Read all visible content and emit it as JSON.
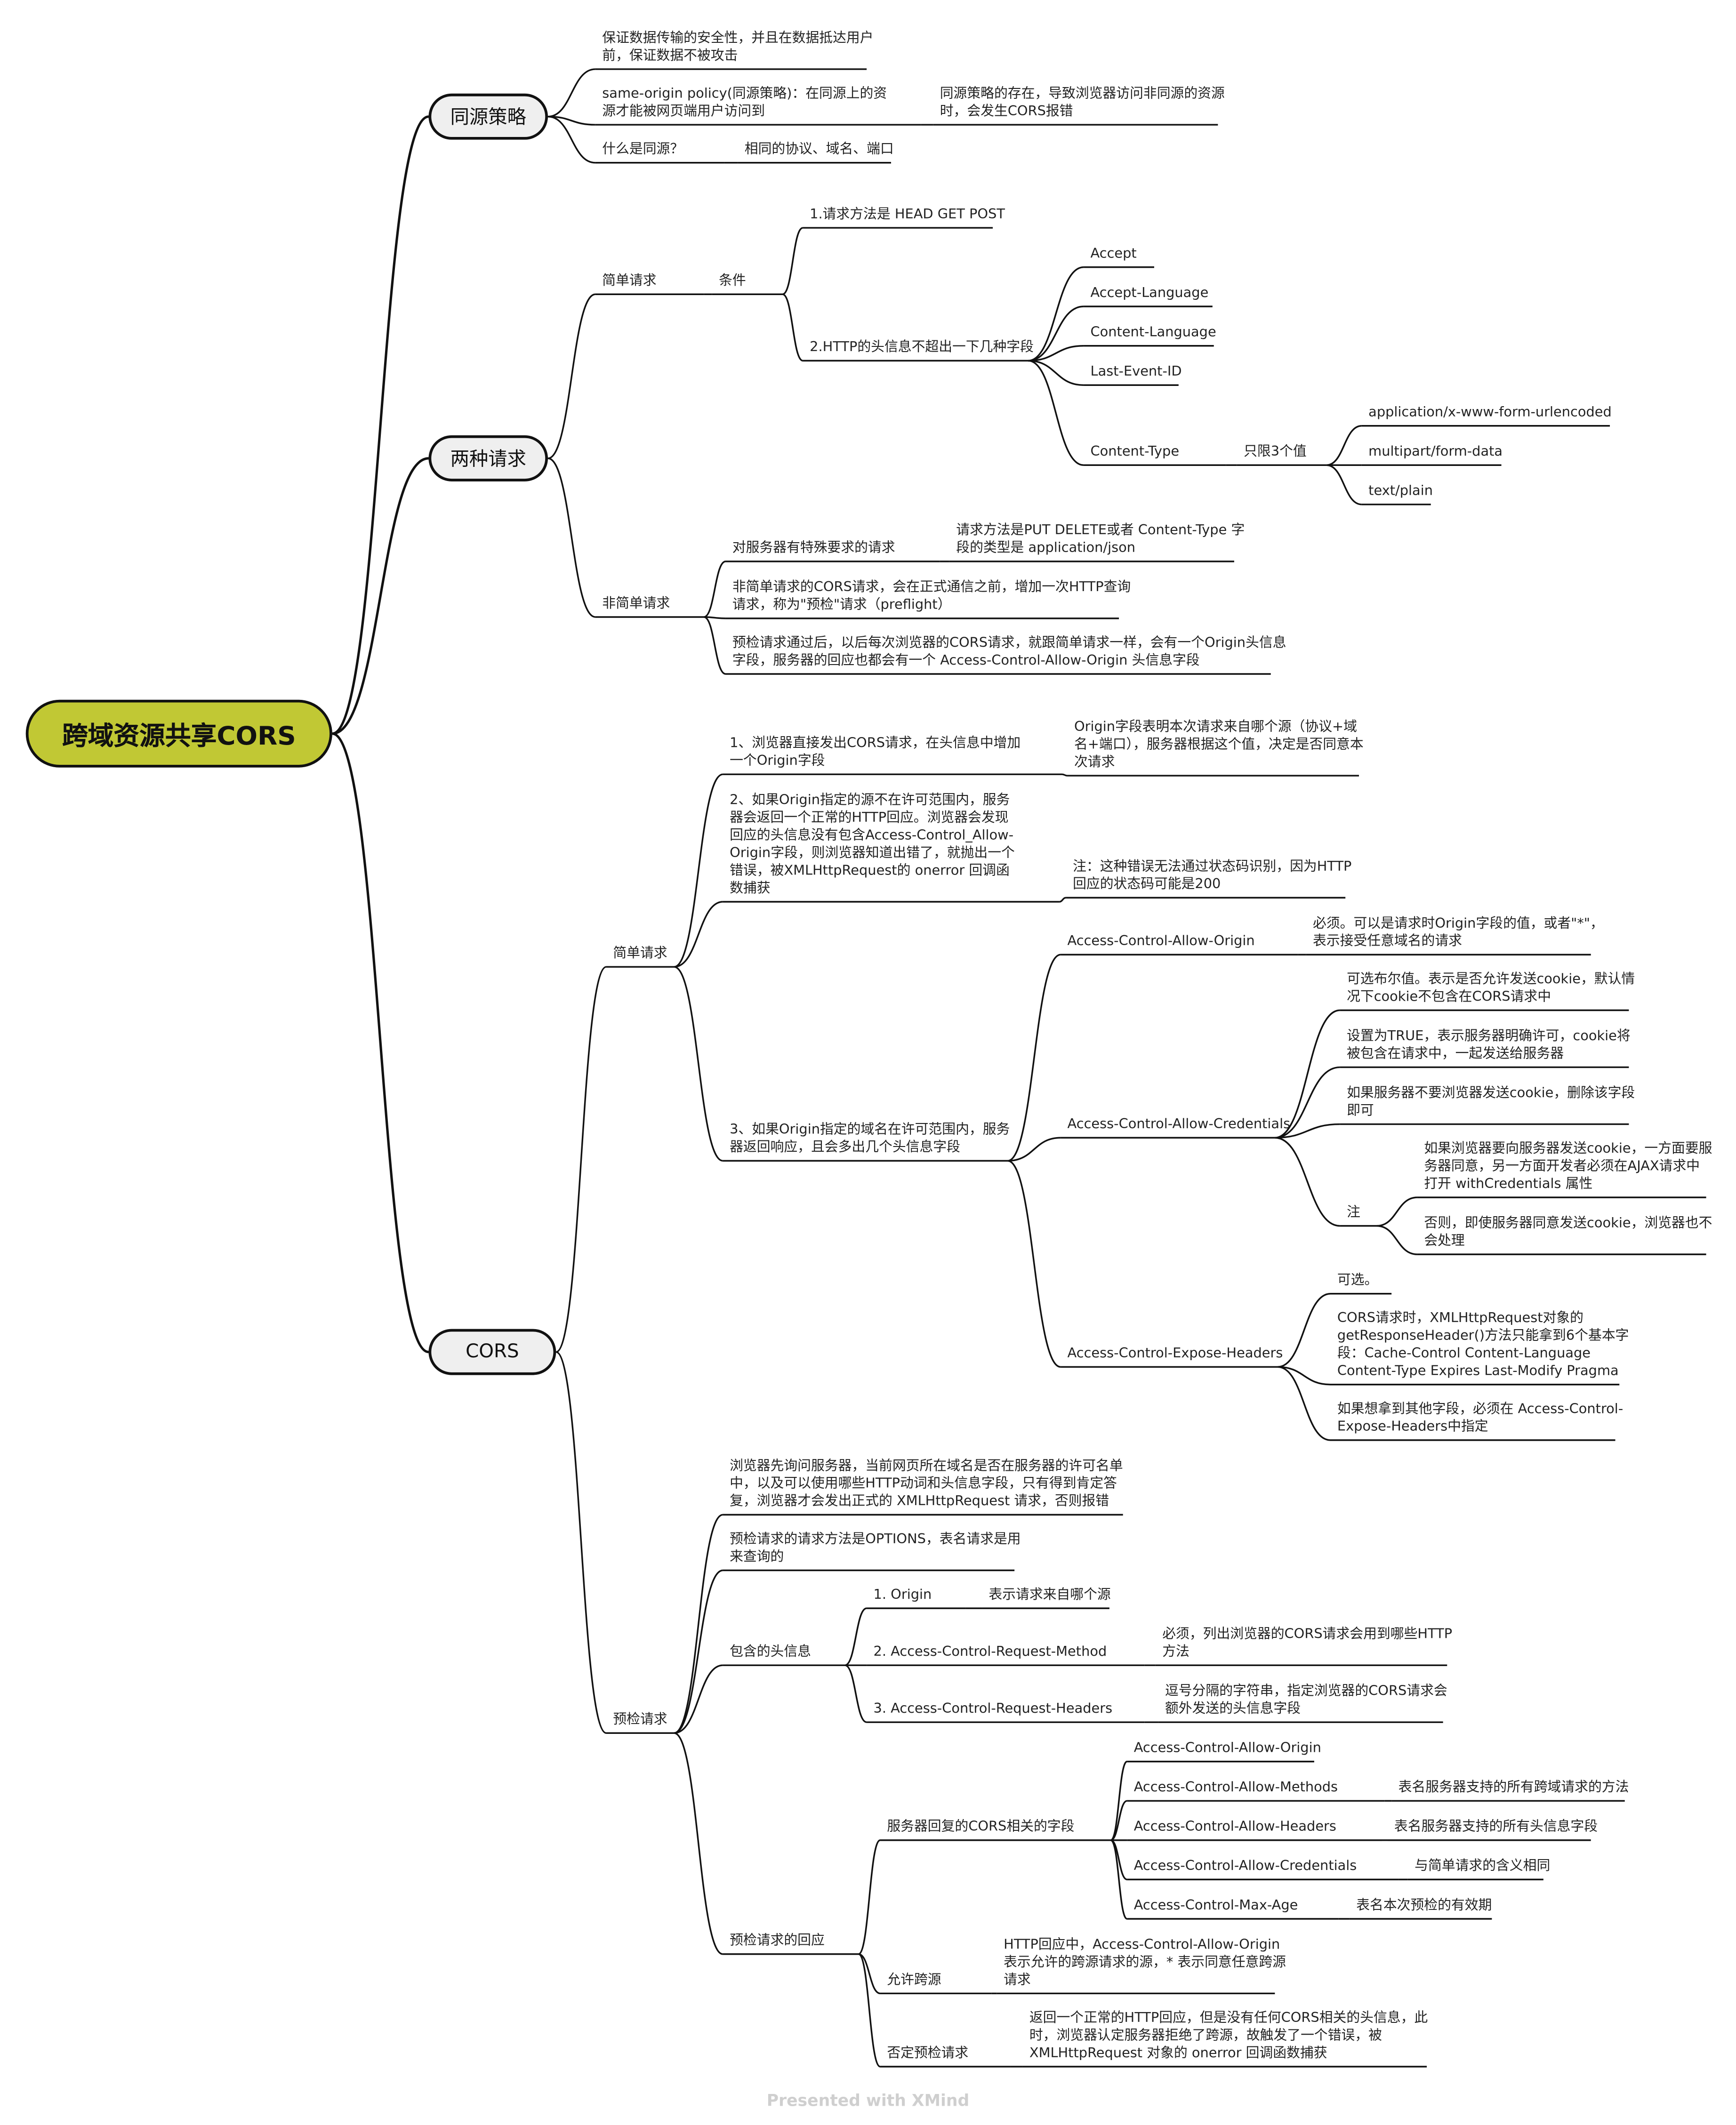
{
  "root": "跨域资源共享CORS",
  "main": {
    "sop": "同源策略",
    "two": "两种请求",
    "cors": "CORS"
  },
  "sop": {
    "a": "保证数据传输的安全性，并且在数据抵达用户\n前，保证数据不被攻击",
    "b": "same-origin policy(同源策略)：在同源上的资\n源才能被网页端用户访问到",
    "b1": "同源策略的存在，导致浏览器访问非同源的资源\n时，会发生CORS报错",
    "c": "什么是同源？",
    "c1": "相同的协议、域名、端口"
  },
  "two": {
    "simple": "简单请求",
    "cond": "条件",
    "c1": "1.请求方法是 HEAD GET POST",
    "c2": "2.HTTP的头信息不超出一下几种字段",
    "f1": "Accept",
    "f2": "Accept-Language",
    "f3": "Content-Language",
    "f4": "Last-Event-ID",
    "f5": "Content-Type",
    "only3": "只限3个值",
    "v1": "application/x-www-form-urlencoded",
    "v2": "multipart/form-data",
    "v3": "text/plain",
    "nonsimple": "非简单请求",
    "n1": "对服务器有特殊要求的请求",
    "n1a": "请求方法是PUT DELETE或者 Content-Type 字\n段的类型是 application/json",
    "n2": "非简单请求的CORS请求，会在正式通信之前，增加一次HTTP查询\n请求，称为\"预检\"请求（preflight）",
    "n3": "预检请求通过后，以后每次浏览器的CORS请求，就跟简单请求一样，会有一个Origin头信息\n字段，服务器的回应也都会有一个 Access-Control-Allow-Origin 头信息字段"
  },
  "cors": {
    "simple": "简单请求",
    "s1": "1、浏览器直接发出CORS请求，在头信息中增加\n一个Origin字段",
    "s1a": "Origin字段表明本次请求来自哪个源（协议+域\n名+端口），服务器根据这个值，决定是否同意本\n次请求",
    "s2": "2、如果Origin指定的源不在许可范围内，服务\n器会返回一个正常的HTTP回应。浏览器会发现\n回应的头信息没有包含Access-Control_Allow-\nOrigin字段，则浏览器知道出错了，就抛出一个\n错误，被XMLHttpRequest的 onerror 回调函\n数捕获",
    "s2a": "注：这种错误无法通过状态码识别，因为HTTP\n回应的状态码可能是200",
    "s3": "3、如果Origin指定的域名在许可范围内，服务\n器返回响应，且会多出几个头信息字段",
    "acao": "Access-Control-Allow-Origin",
    "acao1": "必须。可以是请求时Origin字段的值，或者\"*\"，\n表示接受任意域名的请求",
    "acac": "Access-Control-Allow-Credentials",
    "acac1": "可选布尔值。表示是否允许发送cookie，默认情\n况下cookie不包含在CORS请求中",
    "acac2": "设置为TRUE，表示服务器明确许可，cookie将\n被包含在请求中，一起发送给服务器",
    "acac3": "如果服务器不要浏览器发送cookie，删除该字段\n即可",
    "note": "注",
    "note1": "如果浏览器要向服务器发送cookie，一方面要服\n务器同意，另一方面开发者必须在AJAX请求中\n打开 withCredentials 属性",
    "note2": "否则，即使服务器同意发送cookie，浏览器也不\n会处理",
    "aceh": "Access-Control-Expose-Headers",
    "aceh1": "可选。",
    "aceh2": "CORS请求时，XMLHttpRequest对象的\ngetResponseHeader()方法只能拿到6个基本字\n段：Cache-Control Content-Language\nContent-Type Expires Last-Modify Pragma",
    "aceh3": "如果想拿到其他字段，必须在 Access-Control-\nExpose-Headers中指定",
    "pre": "预检请求",
    "p1": "浏览器先询问服务器，当前网页所在域名是否在服务器的许可名单\n中，以及可以使用哪些HTTP动词和头信息字段，只有得到肯定答\n复，浏览器才会发出正式的 XMLHttpRequest 请求，否则报错",
    "p2": "预检请求的请求方法是OPTIONS，表名请求是用\n来查询的",
    "hdr": "包含的头信息",
    "h1": "1. Origin",
    "h1a": "表示请求来自哪个源",
    "h2": "2. Access-Control-Request-Method",
    "h2a": "必须，列出浏览器的CORS请求会用到哪些HTTP\n方法",
    "h3": "3. Access-Control-Request-Headers",
    "h3a": "逗号分隔的字符串，指定浏览器的CORS请求会\n额外发送的头信息字段",
    "resp": "预检请求的回应",
    "srv": "服务器回复的CORS相关的字段",
    "r1": "Access-Control-Allow-Origin",
    "r2": "Access-Control-Allow-Methods",
    "r2a": "表名服务器支持的所有跨域请求的方法",
    "r3": "Access-Control-Allow-Headers",
    "r3a": "表名服务器支持的所有头信息字段",
    "r4": "Access-Control-Allow-Credentials",
    "r4a": "与简单请求的含义相同",
    "r5": "Access-Control-Max-Age",
    "r5a": "表名本次预检的有效期",
    "allow": "允许跨源",
    "allow1": "HTTP回应中，Access-Control-Allow-Origin\n表示允许的跨源请求的源，* 表示同意任意跨源\n请求",
    "deny": "否定预检请求",
    "deny1": "返回一个正常的HTTP回应，但是没有任何CORS相关的头信息，此\n时，浏览器认定服务器拒绝了跨源，故触发了一个错误，被\nXMLHttpRequest 对象的 onerror 回调函数捕获"
  },
  "footer": "Presented with XMind"
}
